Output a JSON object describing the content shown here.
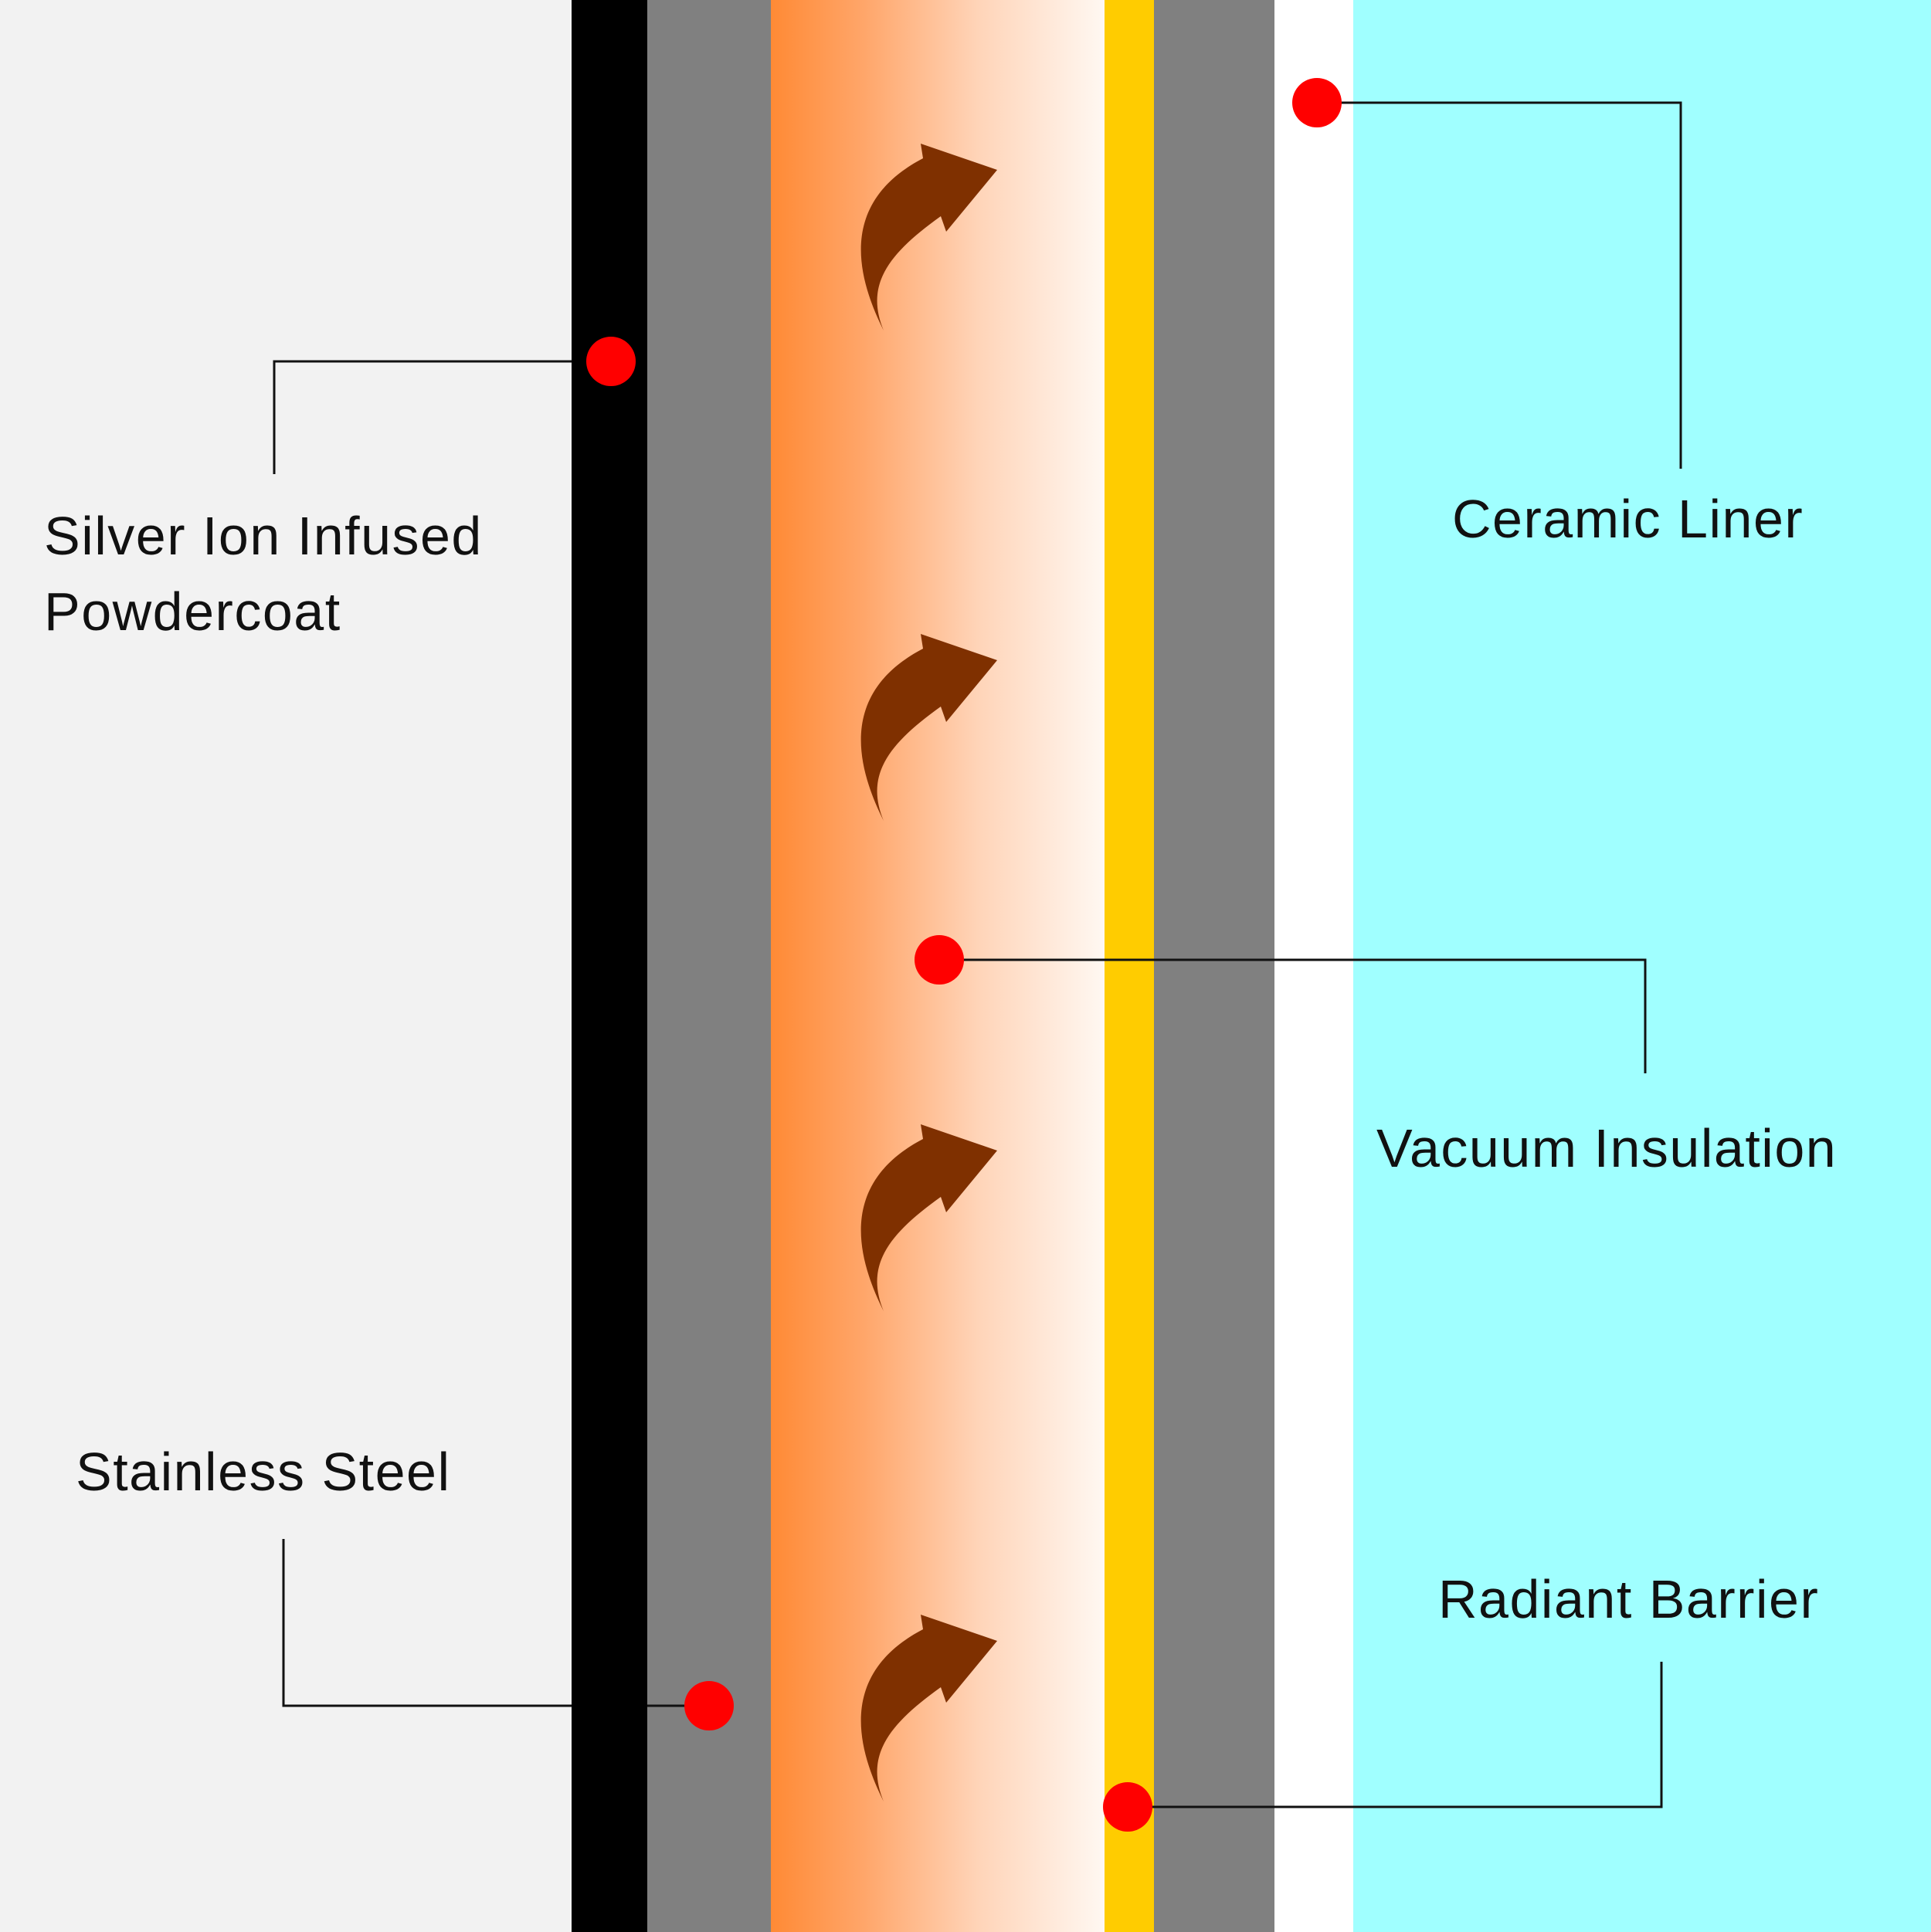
{
  "colors": {
    "outer_background": "#f2f2f2",
    "powdercoat": "#000000",
    "stainless_steel": "#808080",
    "vacuum_gradient_start": "#ff8a35",
    "vacuum_gradient_end": "#fff8f2",
    "radiant_barrier": "#ffcc00",
    "ceramic_liner": "#ffffff",
    "contents": "#a0ffff",
    "marker": "#ff0000",
    "arrow": "#7f3000",
    "leader_line": "#111111"
  },
  "labels": {
    "silver_ion_line1": "Silver Ion Infused",
    "silver_ion_line2": "Powdercoat",
    "stainless_steel": "Stainless Steel",
    "ceramic_liner": "Ceramic Liner",
    "vacuum_insulation": "Vacuum Insulation",
    "radiant_barrier": "Radiant Barrier"
  },
  "icons": {
    "marker": "red-dot-marker",
    "arrow": "curved-heat-arrow"
  },
  "arrow_count": 4
}
